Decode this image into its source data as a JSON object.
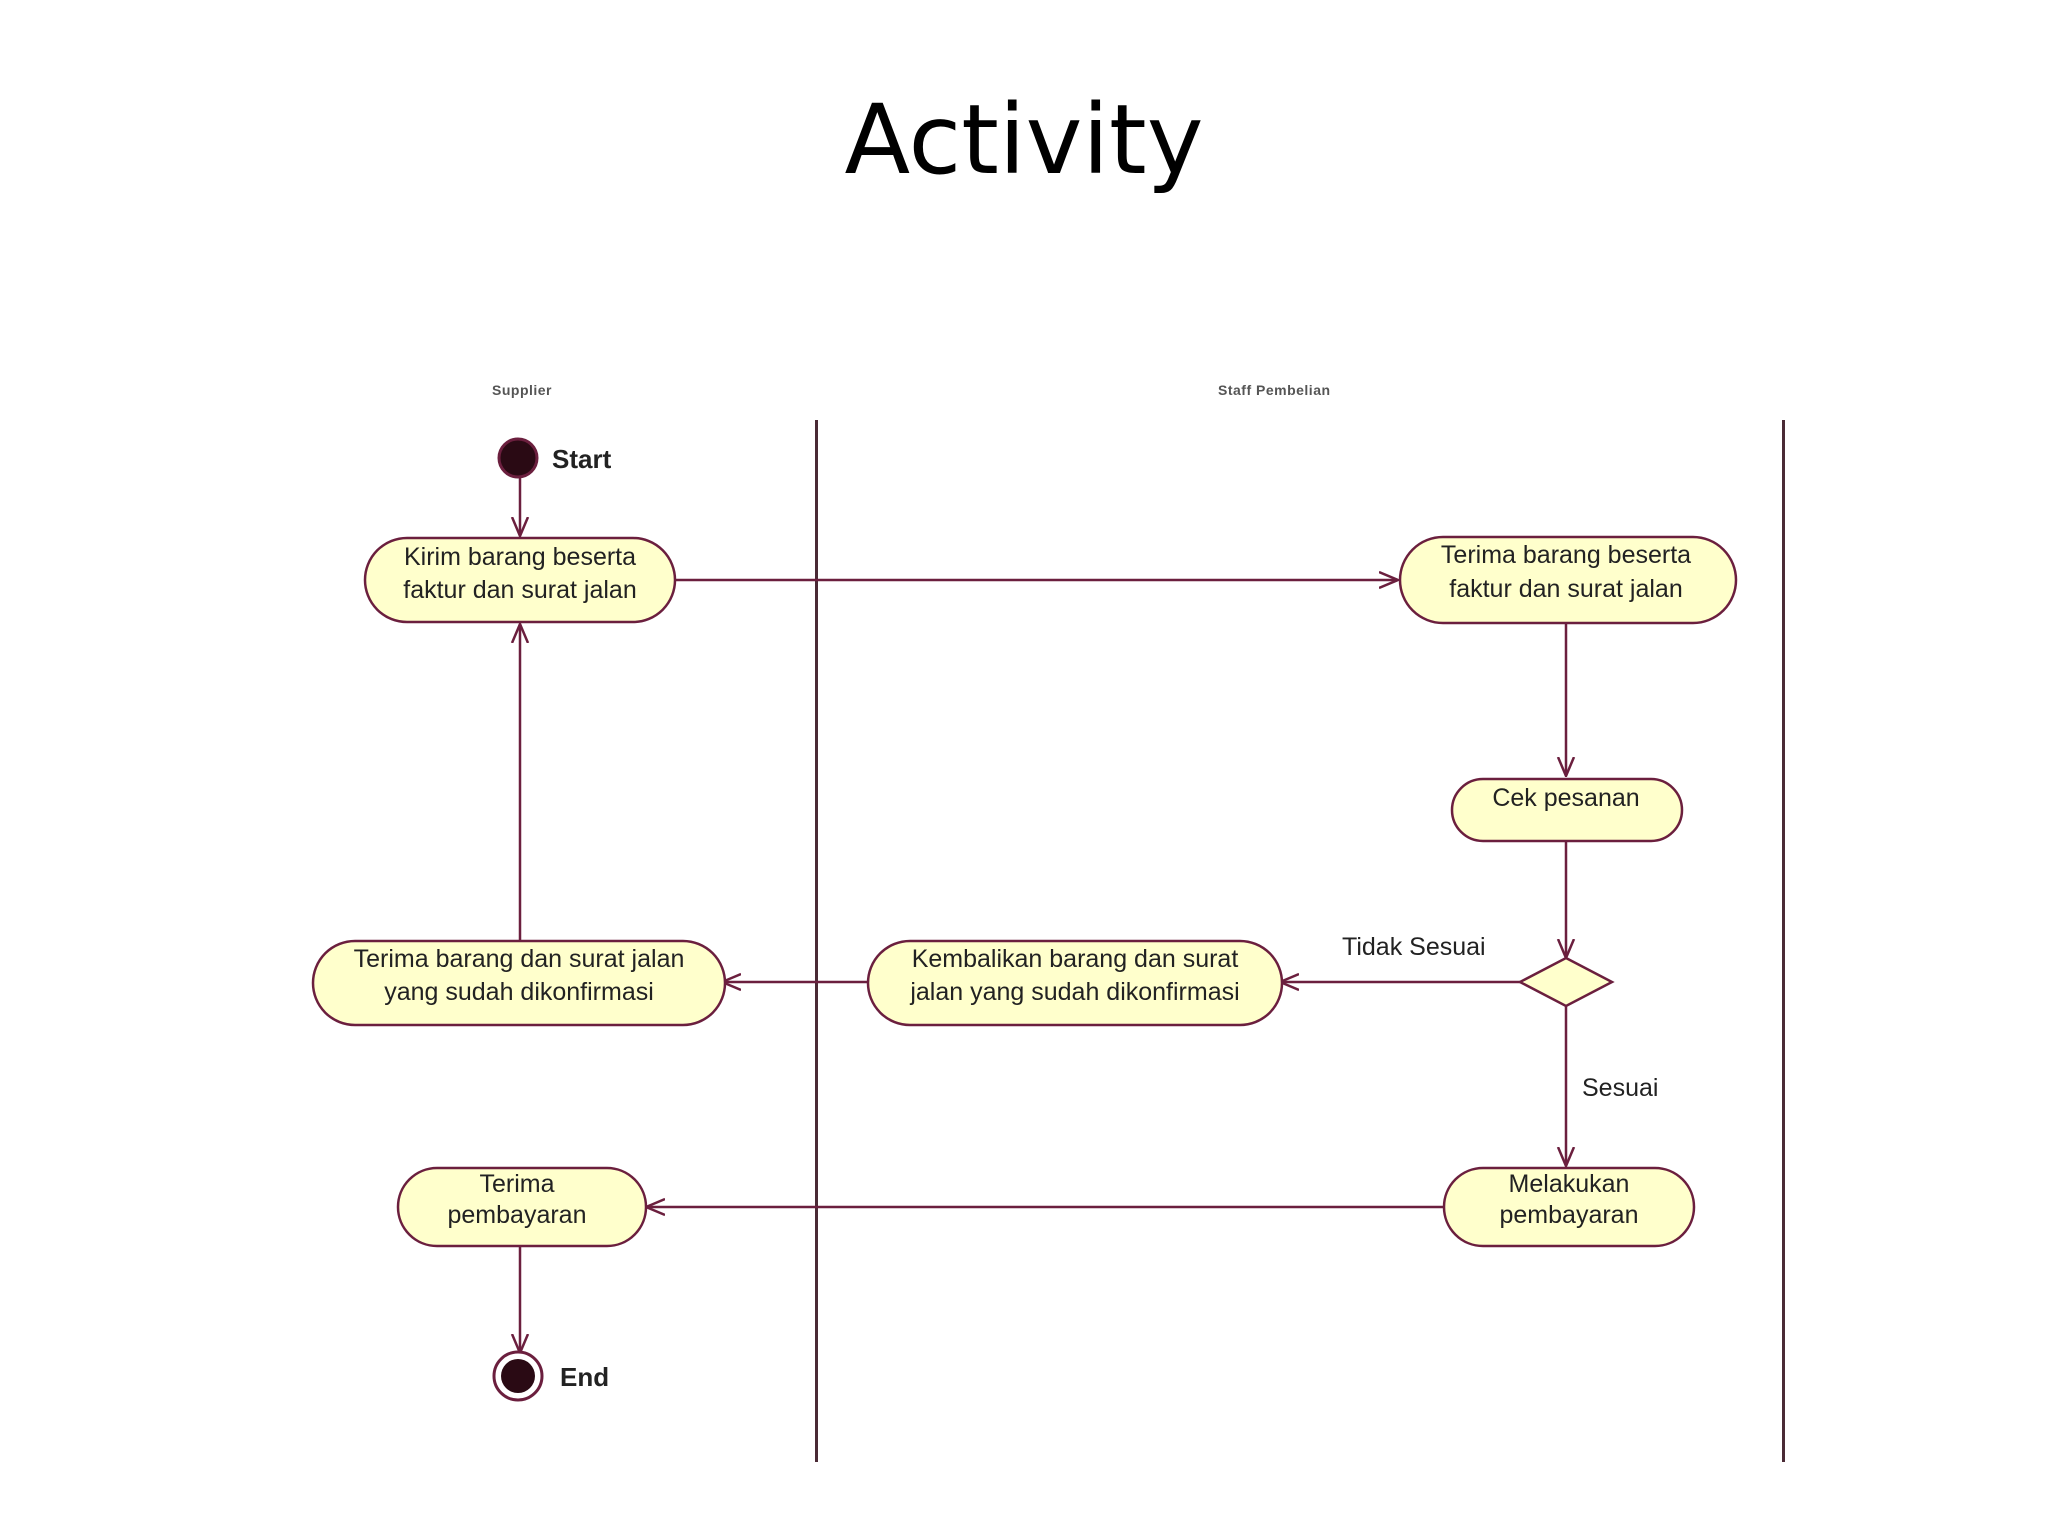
{
  "title": "Activity",
  "swimlanes": [
    {
      "name": "Supplier"
    },
    {
      "name": "Staff Pembelian"
    }
  ],
  "nodes": {
    "start": {
      "label": "Start"
    },
    "kirim": {
      "line1": "Kirim barang beserta",
      "line2": "faktur dan surat jalan"
    },
    "terima_faktur": {
      "line1": "Terima barang beserta",
      "line2": "faktur dan surat jalan"
    },
    "cek": {
      "line1": "Cek pesanan"
    },
    "kembalikan": {
      "line1": "Kembalikan barang dan surat",
      "line2": "jalan yang sudah dikonfirmasi"
    },
    "terima_konfirmasi": {
      "line1": "Terima barang dan surat jalan",
      "line2": "yang sudah dikonfirmasi"
    },
    "melakukan": {
      "line1": "Melakukan",
      "line2": "pembayaran"
    },
    "terima_bayar": {
      "line1": "Terima",
      "line2": "pembayaran"
    },
    "end": {
      "label": "End"
    }
  },
  "guards": {
    "tidak_sesuai": "Tidak Sesuai",
    "sesuai": "Sesuai"
  },
  "colors": {
    "node_fill": "#ffffcc",
    "line": "#6b1f3e"
  }
}
